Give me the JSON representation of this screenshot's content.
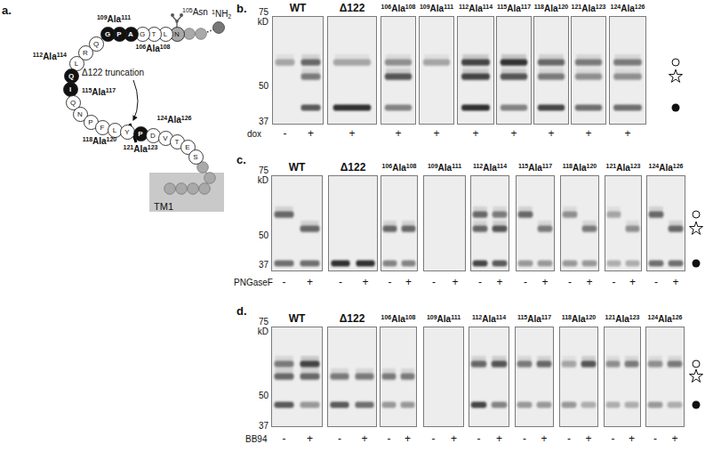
{
  "diagram": {
    "nodes": [
      {
        "text": [
          "N"
        ]
      },
      {
        "text": [
          "L"
        ]
      },
      {
        "text": [
          "T"
        ]
      },
      {
        "text": [
          "G"
        ]
      },
      {
        "text": [
          "A"
        ]
      },
      {
        "text": [
          "P"
        ]
      },
      {
        "text": [
          "G"
        ]
      },
      {
        "text": [
          "Q"
        ]
      },
      {
        "text": [
          "R"
        ]
      },
      {
        "text": [
          "L"
        ]
      },
      {
        "text": [
          "Q"
        ]
      },
      {
        "text": [
          "I"
        ]
      },
      {
        "text": [
          "Q"
        ]
      },
      {
        "text": [
          "N"
        ]
      },
      {
        "text": [
          "P"
        ]
      },
      {
        "text": [
          "F"
        ]
      },
      {
        "text": [
          "L"
        ]
      },
      {
        "text": [
          "Y"
        ]
      },
      {
        "text": [
          "P"
        ]
      },
      {
        "text": [
          "D"
        ]
      },
      {
        "text": [
          "V"
        ]
      },
      {
        "text": [
          "T"
        ]
      },
      {
        "text": [
          "E"
        ]
      },
      {
        "text": [
          "S"
        ]
      },
      {
        "text": [
          "TM1"
        ]
      },
      {
        "text": [
          "WT"
        ]
      },
      {
        "text": [
          "Δ122"
        ]
      },
      {
        "text": [
          "106Ala108"
        ]
      },
      {
        "text": [
          "109Ala111"
        ]
      },
      {
        "text": [
          "112Ala114"
        ]
      },
      {
        "text": [
          "115Ala117"
        ]
      },
      {
        "text": [
          "118Ala120"
        ]
      },
      {
        "text": [
          "121Ala123"
        ]
      },
      {
        "text": [
          "124Ala126"
        ]
      },
      {
        "text": [
          "WT"
        ]
      },
      {
        "text": [
          "Δ122"
        ]
      },
      {
        "text": [
          "106Ala108"
        ]
      },
      {
        "text": [
          "109Ala111"
        ]
      },
      {
        "text": [
          "112Ala114"
        ]
      },
      {
        "text": [
          "115Ala117"
        ]
      },
      {
        "text": [
          "118Ala120"
        ]
      },
      {
        "text": [
          "121Ala123"
        ]
      },
      {
        "text": [
          "124Ala126"
        ]
      },
      {
        "text": [
          "WT"
        ]
      },
      {
        "text": [
          "Δ122"
        ]
      },
      {
        "text": [
          "106Ala108"
        ]
      },
      {
        "text": [
          "109Ala111"
        ]
      },
      {
        "text": [
          "112Ala114"
        ]
      },
      {
        "text": [
          "115Ala117"
        ]
      },
      {
        "text": [
          "118Ala120"
        ]
      },
      {
        "text": [
          "121Ala123"
        ]
      },
      {
        "text": [
          "124Ala126"
        ]
      }
    ],
    "labels": [
      "a.",
      "b.",
      "c.",
      "d.",
      "105Asn",
      "1NH2",
      "109Ala111",
      "106Ala108",
      "112Ala114",
      "Δ122 truncation",
      "115Ala117",
      "124Ala126",
      "118Ala120",
      "121Ala123",
      "75 kD",
      "50",
      "37",
      "dox",
      "-",
      "+",
      "+",
      "+",
      "+",
      "+",
      "+",
      "+",
      "+",
      "+",
      "75 kD",
      "50",
      "37",
      "PNGaseF",
      "-",
      "+",
      "-",
      "+",
      "-",
      "+",
      "-",
      "+",
      "-",
      "+",
      "-",
      "+",
      "-",
      "+",
      "-",
      "+",
      "-",
      "+",
      "75 kD",
      "50",
      "37",
      "BB94",
      "-",
      "+",
      "-",
      "+",
      "-",
      "+",
      "-",
      "+",
      "-",
      "+",
      "-",
      "+",
      "-",
      "+",
      "-",
      "+",
      "-",
      "+"
    ]
  }
}
